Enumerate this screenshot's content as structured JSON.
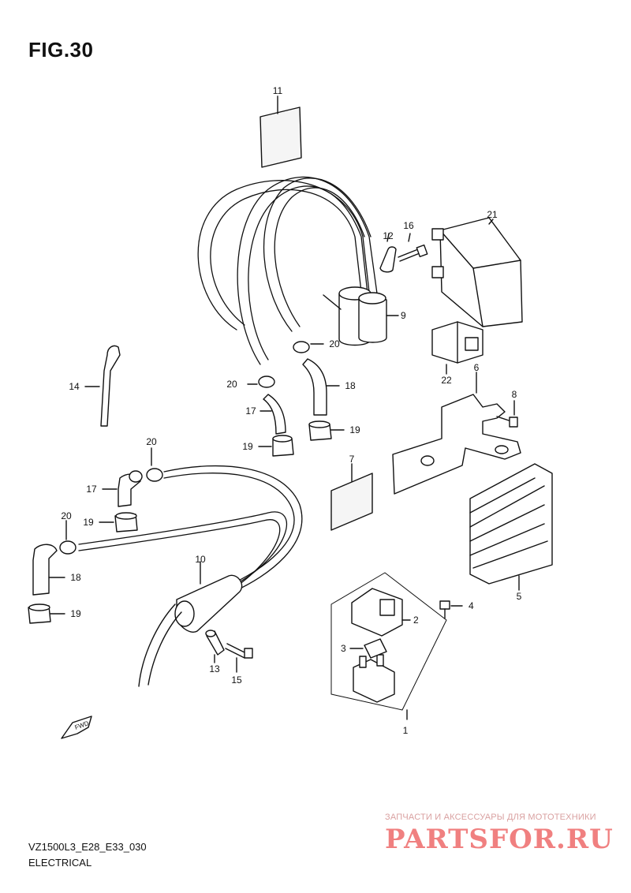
{
  "figure": {
    "title": "FIG.30",
    "model_code": "VZ1500L3_E28_E33_030",
    "section": "ELECTRICAL",
    "direction_badge": "FWD"
  },
  "callouts": [
    "1",
    "2",
    "3",
    "4",
    "5",
    "6",
    "7",
    "8",
    "9",
    "10",
    "11",
    "12",
    "13",
    "14",
    "15",
    "16",
    "17",
    "18",
    "19",
    "20",
    "21",
    "22"
  ],
  "watermark": {
    "tagline": "ЗАПЧАСТИ И АКСЕССУАРЫ ДЛЯ МОТОТЕХНИКИ",
    "logo": "PARTSFOR.RU"
  },
  "colors": {
    "line": "#111111",
    "watermark": "#f08080"
  }
}
